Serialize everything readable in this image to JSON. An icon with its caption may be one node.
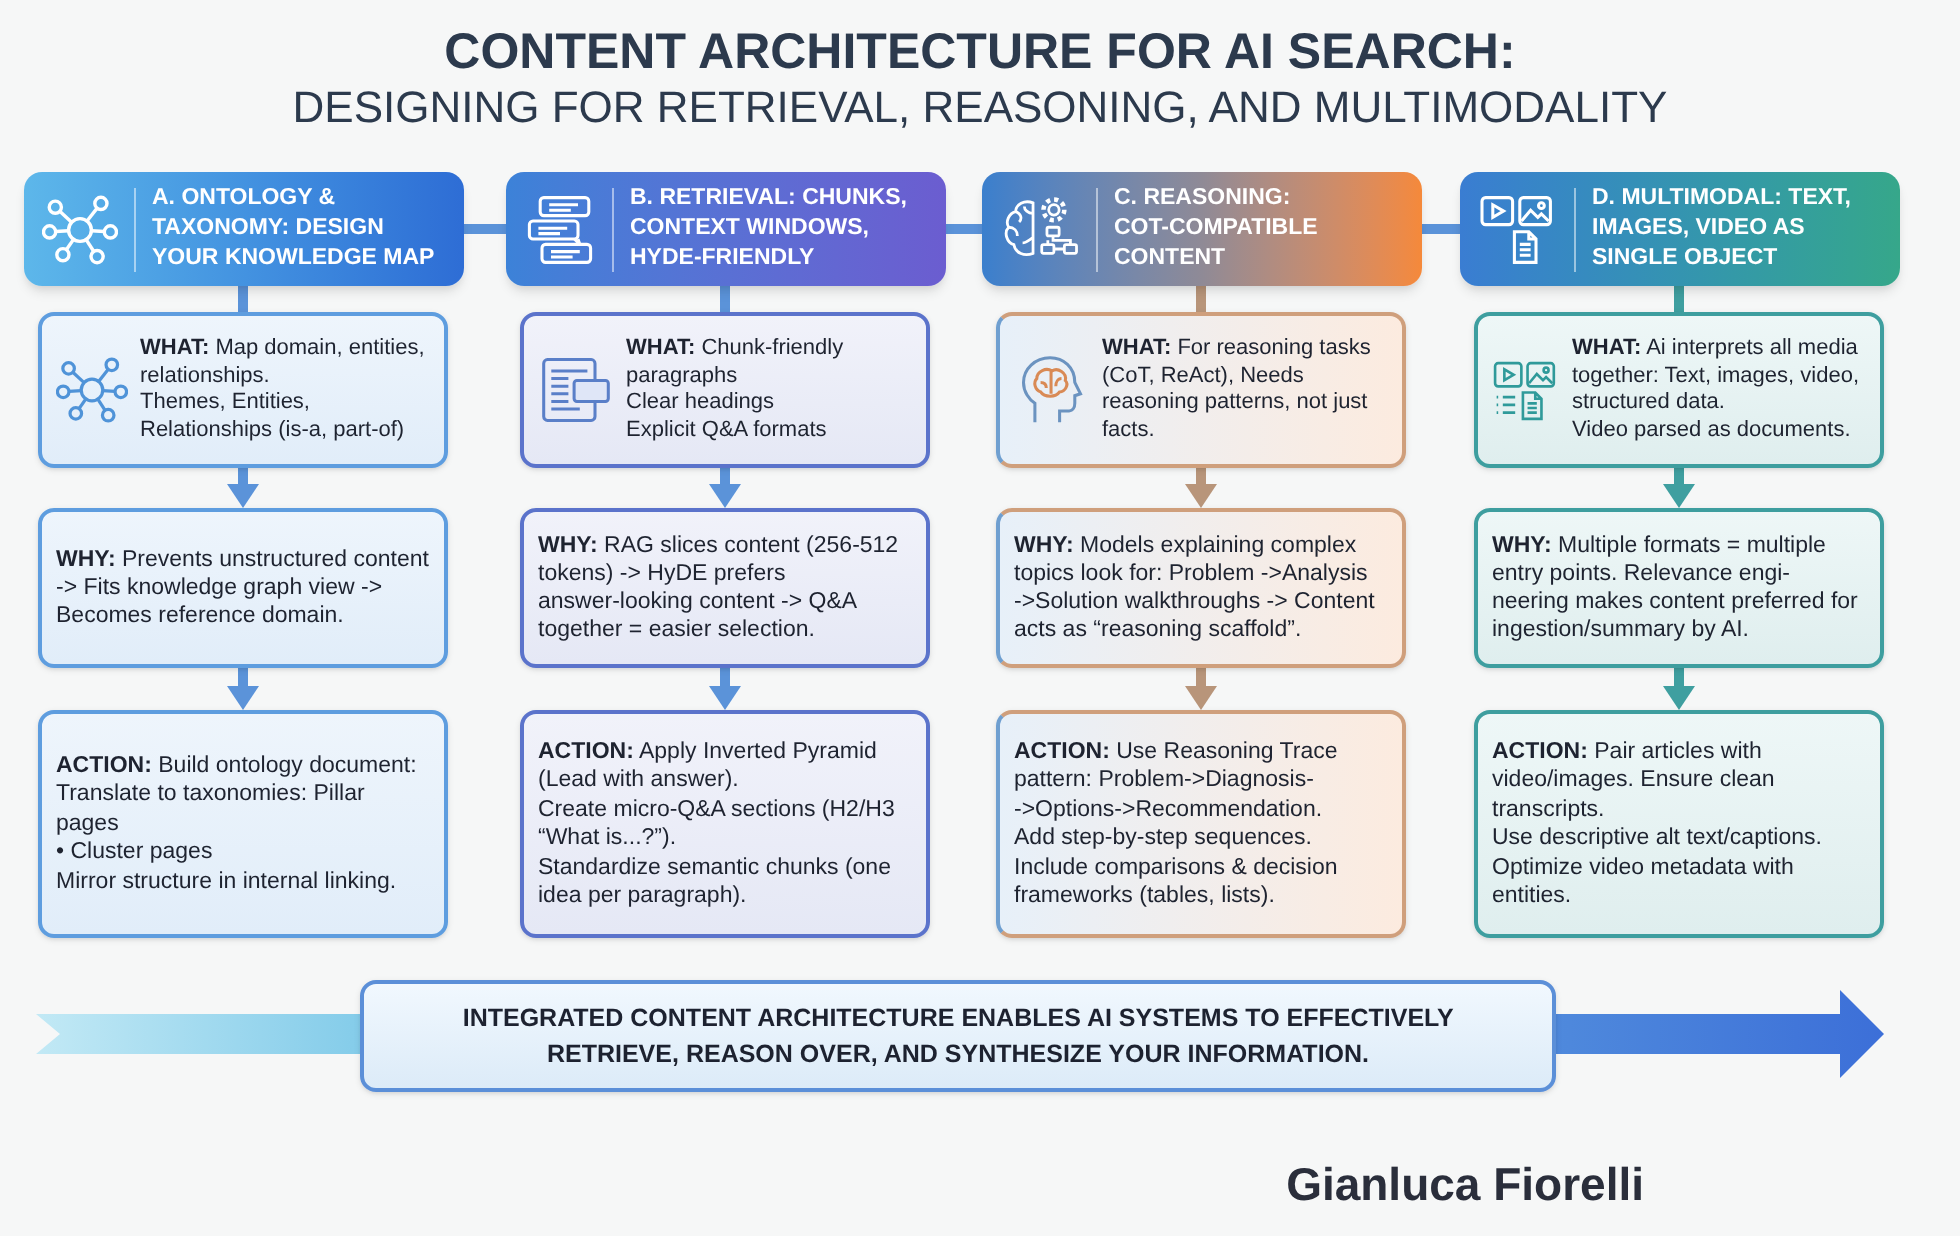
{
  "diagram": {
    "title": "CONTENT ARCHITECTURE FOR AI SEARCH:",
    "nodes": [
      {
        "text": [
          "A. ONTOLOGY & TAXONOMY: DESIGN YOUR KNOWLEDGE MAP"
        ]
      },
      {
        "text": [
          "**WHAT:** Map domain, entities, relationships.",
          "Themes, Entities, Relationships (is-a, part-of)"
        ]
      },
      {
        "text": [
          "**WHY:** Prevents unstructured content -> Fits knowledge graph view -> Becomes reference domain."
        ]
      },
      {
        "text": [
          "**ACTION:** Build ontology document: Translate to taxonomies: Pillar pages",
          "• Cluster pages",
          "Mirror structure in internal linking."
        ]
      },
      {
        "text": [
          "B. RETRIEVAL: CHUNKS, CONTEXT WINDOWS, HYDE-FRIENDLY"
        ]
      },
      {
        "text": [
          "**WHAT:** Chunk-friendly paragraphs",
          "Clear headings",
          "Explicit Q&A formats"
        ]
      },
      {
        "text": [
          "**WHY:** RAG slices content (256-512 tokens) -> HyDE prefers answer-looking content -> Q&A together = easier selection."
        ]
      },
      {
        "text": [
          "**ACTION:** Apply Inverted Pyramid (Lead with answer).",
          "Create micro-Q&A sections (H2/H3 “What is...?”).",
          "Standardize semantic chunks (one idea per paragraph)."
        ]
      },
      {
        "text": [
          "C. REASONING: COT-COMPATIBLE CONTENT"
        ]
      },
      {
        "text": [
          "**WHAT:** For reasoning tasks (CoT, ReAct), Needs reasoning patterns, not just facts."
        ]
      },
      {
        "text": [
          "**WHY:** Models explaining complex topics look for: Problem ->Analysis ->Solution walkthroughs -> Content acts as “reasoning scaffold”."
        ]
      },
      {
        "text": [
          "**ACTION:** Use Reasoning Trace pattern: Problem->Diagnosis- ->Options->Recommendation.",
          "Add step-by-step sequences.",
          "Include comparisons & decision frameworks (tables, lists)."
        ]
      },
      {
        "text": [
          "D. MULTIMODAL: TEXT, IMAGES, VIDEO AS SINGLE OBJECT"
        ]
      },
      {
        "text": [
          "**WHAT:** Ai interprets all media together: Text, images, video, structured data.",
          "Video parsed as documents."
        ]
      },
      {
        "text": [
          "**WHY:** Multiple formats = multiple entry points. Relevance engi- neering makes content preferred for ingestion/summary by AI."
        ]
      },
      {
        "text": [
          "**ACTION:** Pair articles with video/images. Ensure clean transcripts.",
          "Use descriptive alt text/captions.",
          "Optimize video metadata with entities."
        ]
      },
      {
        "text": [
          "INTEGRATED CONTENT ARCHITECTURE ENABLES AI SYSTEMS TO EFFECTIVELY RETRIEVE, REASON OVER, AND SYNTHESIZE YOUR INFORMATION."
        ]
      }
    ],
    "edges": [
      {
        "from": 0,
        "to": 4,
        "arrow": "none"
      },
      {
        "from": 4,
        "to": 8,
        "arrow": "none"
      },
      {
        "from": 8,
        "to": 12,
        "arrow": "none"
      },
      {
        "from": 0,
        "to": 1,
        "arrow": "none"
      },
      {
        "from": 1,
        "to": 2,
        "arrow": "to"
      },
      {
        "from": 2,
        "to": 3,
        "arrow": "to"
      },
      {
        "from": 4,
        "to": 5,
        "arrow": "none"
      },
      {
        "from": 5,
        "to": 6,
        "arrow": "to"
      },
      {
        "from": 6,
        "to": 7,
        "arrow": "to"
      },
      {
        "from": 8,
        "to": 9,
        "arrow": "none",
        "color": "#b8957a"
      },
      {
        "from": 9,
        "to": 10,
        "arrow": "to",
        "color": "#b8957a"
      },
      {
        "from": 10,
        "to": 11,
        "arrow": "to",
        "color": "#b8957a"
      },
      {
        "from": 12,
        "to": 13,
        "arrow": "none",
        "color": "#3f9fa0"
      },
      {
        "from": 13,
        "to": 14,
        "arrow": "to",
        "color": "#3f9fa0"
      },
      {
        "from": 14,
        "to": 15,
        "arrow": "to",
        "color": "#3f9fa0"
      }
    ],
    "labels": [
      "DESIGNING FOR RETRIEVAL, REASONING, AND MULTIMODALITY",
      "Gianluca Fiorelli"
    ]
  }
}
